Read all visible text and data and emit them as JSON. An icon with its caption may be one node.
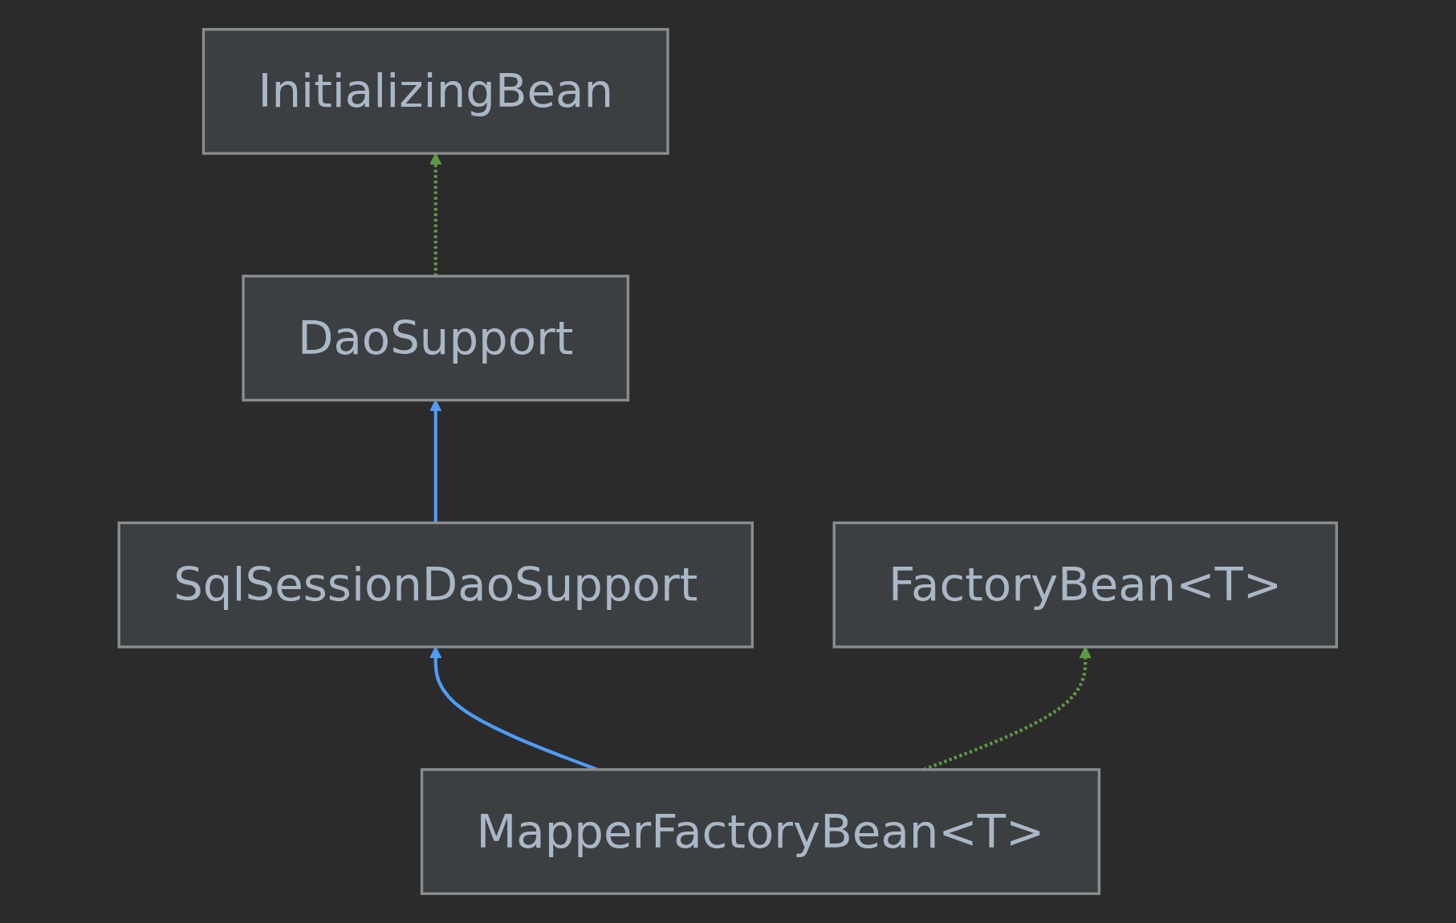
{
  "diagram": {
    "nodes": [
      {
        "text": [
          "InitializingBean"
        ]
      },
      {
        "text": [
          "DaoSupport"
        ]
      },
      {
        "text": [
          "SqlSessionDaoSupport"
        ]
      },
      {
        "text": [
          "FactoryBean<T>"
        ]
      },
      {
        "text": [
          "MapperFactoryBean<T>"
        ]
      }
    ],
    "edges": [
      {
        "from": 1,
        "to": 0,
        "arrow": "to",
        "style": "dashed",
        "color": "#5c9a45"
      },
      {
        "from": 2,
        "to": 1,
        "arrow": "to",
        "color": "#4e9cf5"
      },
      {
        "from": 4,
        "to": 2,
        "arrow": "to",
        "color": "#4e9cf5"
      },
      {
        "from": 4,
        "to": 3,
        "arrow": "to",
        "style": "dashed",
        "color": "#5c9a45"
      }
    ]
  }
}
